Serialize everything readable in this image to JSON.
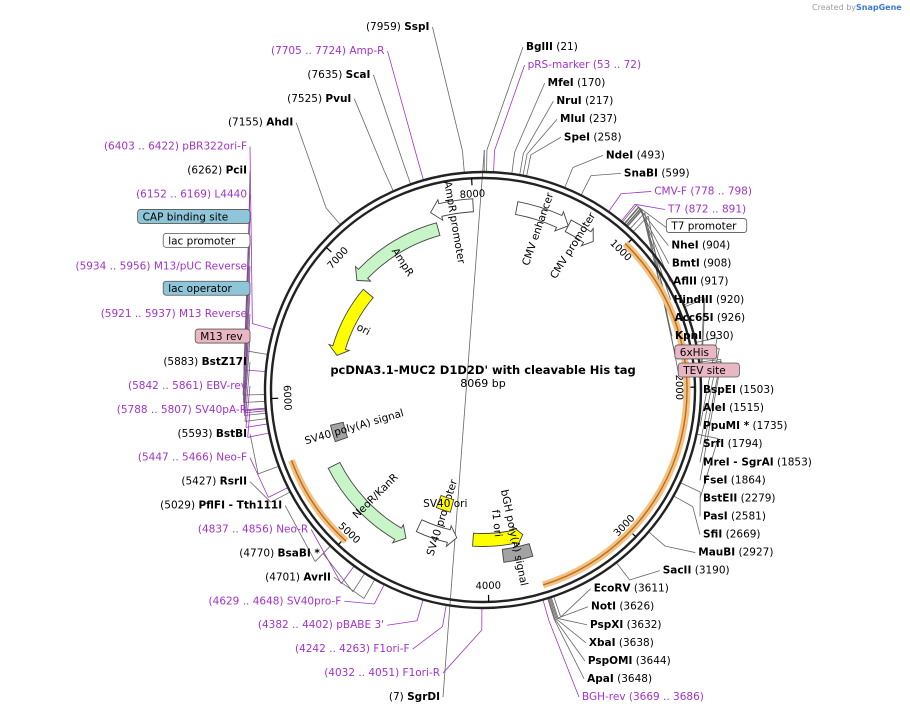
{
  "watermark": {
    "created_by": "Created by",
    "brand": "SnapGene"
  },
  "plasmid": {
    "name": "pcDNA3.1-MUC2 D1D2D' with cleavable His tag",
    "length_label": "8069 bp",
    "length": 8069
  },
  "ticks": [
    {
      "bp": 1000,
      "label": "1000"
    },
    {
      "bp": 2000,
      "label": "2000"
    },
    {
      "bp": 3000,
      "label": "3000"
    },
    {
      "bp": 4000,
      "label": "4000"
    },
    {
      "bp": 5000,
      "label": "5000"
    },
    {
      "bp": 6000,
      "label": "6000"
    },
    {
      "bp": 7000,
      "label": "7000"
    },
    {
      "bp": 8000,
      "label": "8000"
    }
  ],
  "labels": [
    {
      "kind": "enzyme",
      "bp": 7,
      "side": "L",
      "name": "SgrDI",
      "pos": "(7)"
    },
    {
      "kind": "enzyme",
      "bp": 21,
      "side": "R",
      "name": "BglII",
      "pos": "(21)"
    },
    {
      "kind": "primer",
      "bp": 62,
      "side": "R",
      "name": "pRS-marker",
      "pos": "(53 .. 72)"
    },
    {
      "kind": "enzyme",
      "bp": 170,
      "side": "R",
      "name": "MfeI",
      "pos": "(170)"
    },
    {
      "kind": "enzyme",
      "bp": 217,
      "side": "R",
      "name": "NruI",
      "pos": "(217)"
    },
    {
      "kind": "enzyme",
      "bp": 237,
      "side": "R",
      "name": "MluI",
      "pos": "(237)"
    },
    {
      "kind": "enzyme",
      "bp": 258,
      "side": "R",
      "name": "SpeI",
      "pos": "(258)"
    },
    {
      "kind": "enzyme",
      "bp": 493,
      "side": "R",
      "name": "NdeI",
      "pos": "(493)"
    },
    {
      "kind": "enzyme",
      "bp": 599,
      "side": "R",
      "name": "SnaBI",
      "pos": "(599)"
    },
    {
      "kind": "primer",
      "bp": 788,
      "side": "R",
      "name": "CMV-F",
      "pos": "(778 .. 798)"
    },
    {
      "kind": "primer",
      "bp": 881,
      "side": "R",
      "name": "T7",
      "pos": "(872 .. 891)"
    },
    {
      "kind": "feature",
      "bp": 890,
      "side": "R",
      "name": "T7 promoter",
      "fill": "#ffffff"
    },
    {
      "kind": "enzyme",
      "bp": 904,
      "side": "R",
      "name": "NheI",
      "pos": "(904)"
    },
    {
      "kind": "enzyme",
      "bp": 908,
      "side": "R",
      "name": "BmtI",
      "pos": "(908)"
    },
    {
      "kind": "enzyme",
      "bp": 917,
      "side": "R",
      "name": "AflII",
      "pos": "(917)"
    },
    {
      "kind": "enzyme",
      "bp": 920,
      "side": "R",
      "name": "HindIII",
      "pos": "(920)"
    },
    {
      "kind": "enzyme",
      "bp": 926,
      "side": "R",
      "name": "Acc65I",
      "pos": "(926)"
    },
    {
      "kind": "enzyme",
      "bp": 930,
      "side": "R",
      "name": "KpnI",
      "pos": "(930)"
    },
    {
      "kind": "feature",
      "bp": 950,
      "side": "R",
      "name": "6xHis",
      "fill": "#e9b6c3"
    },
    {
      "kind": "feature",
      "bp": 975,
      "side": "R",
      "name": "TEV site",
      "fill": "#e9b6c3"
    },
    {
      "kind": "enzyme",
      "bp": 1503,
      "side": "R",
      "name": "BspEI",
      "pos": "(1503)"
    },
    {
      "kind": "enzyme",
      "bp": 1515,
      "side": "R",
      "name": "AleI",
      "pos": "(1515)"
    },
    {
      "kind": "enzyme",
      "bp": 1735,
      "side": "R",
      "name": "PpuMI *",
      "pos": "(1735)"
    },
    {
      "kind": "enzyme",
      "bp": 1794,
      "side": "R",
      "name": "SrfI",
      "pos": "(1794)"
    },
    {
      "kind": "enzyme",
      "bp": 1853,
      "side": "R",
      "name": "MreI - SgrAI",
      "pos": "(1853)"
    },
    {
      "kind": "enzyme",
      "bp": 1864,
      "side": "R",
      "name": "FseI",
      "pos": "(1864)"
    },
    {
      "kind": "enzyme",
      "bp": 2279,
      "side": "R",
      "name": "BstEII",
      "pos": "(2279)"
    },
    {
      "kind": "enzyme",
      "bp": 2581,
      "side": "R",
      "name": "PasI",
      "pos": "(2581)"
    },
    {
      "kind": "enzyme",
      "bp": 2669,
      "side": "R",
      "name": "SfiI",
      "pos": "(2669)"
    },
    {
      "kind": "enzyme",
      "bp": 2927,
      "side": "R",
      "name": "MauBI",
      "pos": "(2927)"
    },
    {
      "kind": "enzyme",
      "bp": 3190,
      "side": "R",
      "name": "SacII",
      "pos": "(3190)"
    },
    {
      "kind": "enzyme",
      "bp": 3611,
      "side": "R",
      "name": "EcoRV",
      "pos": "(3611)"
    },
    {
      "kind": "enzyme",
      "bp": 3626,
      "side": "R",
      "name": "NotI",
      "pos": "(3626)"
    },
    {
      "kind": "enzyme",
      "bp": 3632,
      "side": "R",
      "name": "PspXI",
      "pos": "(3632)"
    },
    {
      "kind": "enzyme",
      "bp": 3638,
      "side": "R",
      "name": "XbaI",
      "pos": "(3638)"
    },
    {
      "kind": "enzyme",
      "bp": 3644,
      "side": "R",
      "name": "PspOMI",
      "pos": "(3644)"
    },
    {
      "kind": "enzyme",
      "bp": 3648,
      "side": "R",
      "name": "ApaI",
      "pos": "(3648)"
    },
    {
      "kind": "primer",
      "bp": 3677,
      "side": "R",
      "name": "BGH-rev",
      "pos": "(3669 .. 3686)"
    },
    {
      "kind": "primer",
      "bp": 4041,
      "side": "L",
      "name": "F1ori-R",
      "pos": "(4032 .. 4051)"
    },
    {
      "kind": "primer",
      "bp": 4252,
      "side": "L",
      "name": "F1ori-F",
      "pos": "(4242 .. 4263)"
    },
    {
      "kind": "primer",
      "bp": 4392,
      "side": "L",
      "name": "pBABE 3'",
      "pos": "(4382 .. 4402)"
    },
    {
      "kind": "primer",
      "bp": 4638,
      "side": "L",
      "name": "SV40pro-F",
      "pos": "(4629 .. 4648)"
    },
    {
      "kind": "enzyme",
      "bp": 4701,
      "side": "L",
      "name": "AvrII",
      "pos": "(4701)"
    },
    {
      "kind": "enzyme",
      "bp": 4770,
      "side": "L",
      "name": "BsaBI *",
      "pos": "(4770)"
    },
    {
      "kind": "primer",
      "bp": 4846,
      "side": "L",
      "name": "Neo-R",
      "pos": "(4837 .. 4856)"
    },
    {
      "kind": "enzyme",
      "bp": 5029,
      "side": "L",
      "name": "PflFI - Tth111I",
      "pos": "(5029)"
    },
    {
      "kind": "enzyme",
      "bp": 5427,
      "side": "L",
      "name": "RsrII",
      "pos": "(5427)"
    },
    {
      "kind": "primer",
      "bp": 5456,
      "side": "L",
      "name": "Neo-F",
      "pos": "(5447 .. 5466)"
    },
    {
      "kind": "enzyme",
      "bp": 5593,
      "side": "L",
      "name": "BstBI",
      "pos": "(5593)"
    },
    {
      "kind": "primer",
      "bp": 5797,
      "side": "L",
      "name": "SV40pA-R",
      "pos": "(5788 .. 5807)"
    },
    {
      "kind": "primer",
      "bp": 5851,
      "side": "L",
      "name": "EBV-rev",
      "pos": "(5842 .. 5861)"
    },
    {
      "kind": "enzyme",
      "bp": 5883,
      "side": "L",
      "name": "BstZ17I",
      "pos": "(5883)"
    },
    {
      "kind": "feature",
      "bp": 5915,
      "side": "L",
      "name": "M13 rev",
      "fill": "#e9b6c3"
    },
    {
      "kind": "primer",
      "bp": 5929,
      "side": "L",
      "name": "M13 Reverse",
      "pos": "(5921 .. 5937)"
    },
    {
      "kind": "feature",
      "bp": 5940,
      "side": "L",
      "name": "lac operator",
      "fill": "#8fc5d9"
    },
    {
      "kind": "primer",
      "bp": 5945,
      "side": "L",
      "name": "M13/pUC Reverse",
      "pos": "(5934 .. 5956)"
    },
    {
      "kind": "feature",
      "bp": 5985,
      "side": "L",
      "name": "lac promoter",
      "fill": "#ffffff"
    },
    {
      "kind": "feature",
      "bp": 6025,
      "side": "L",
      "name": "CAP binding site",
      "fill": "#8fc5d9"
    },
    {
      "kind": "primer",
      "bp": 6160,
      "side": "L",
      "name": "L4440",
      "pos": "(6152 .. 6169)"
    },
    {
      "kind": "enzyme",
      "bp": 6262,
      "side": "L",
      "name": "PciI",
      "pos": "(6262)"
    },
    {
      "kind": "primer",
      "bp": 6412,
      "side": "L",
      "name": "pBR322ori-F",
      "pos": "(6403 .. 6422)"
    },
    {
      "kind": "enzyme",
      "bp": 7155,
      "side": "L",
      "name": "AhdI",
      "pos": "(7155)"
    },
    {
      "kind": "enzyme",
      "bp": 7525,
      "side": "L",
      "name": "PvuI",
      "pos": "(7525)"
    },
    {
      "kind": "enzyme",
      "bp": 7635,
      "side": "L",
      "name": "ScaI",
      "pos": "(7635)"
    },
    {
      "kind": "primer",
      "bp": 7714,
      "side": "L",
      "name": "Amp-R",
      "pos": "(7705 .. 7724)"
    },
    {
      "kind": "enzyme",
      "bp": 7959,
      "side": "L",
      "name": "SspI",
      "pos": "(7959)"
    }
  ],
  "features": [
    {
      "name": "MUC2 insert",
      "start": 990,
      "end": 3650,
      "ring": "outer",
      "dir": 0,
      "color": "#f4c183",
      "edge": "#b86f1a"
    },
    {
      "name": "NeoR insert arc",
      "start": 4980,
      "end": 5600,
      "ring": "outer",
      "dir": 0,
      "color": "#f4c183",
      "edge": "#b86f1a"
    },
    {
      "name": "AmpR promoter",
      "start": 7700,
      "end": 8000,
      "ring": 1,
      "dir": -1,
      "color": "#ffffff",
      "label": "AmpR promoter"
    },
    {
      "name": "AmpR",
      "start": 6970,
      "end": 7720,
      "ring": 2,
      "dir": -1,
      "color": "#c8f5c8",
      "label": "AmpR"
    },
    {
      "name": "ori",
      "start": 6350,
      "end": 6950,
      "ring": 3,
      "dir": -1,
      "color": "#ffff00",
      "label": "ori"
    },
    {
      "name": "CMV enhancer",
      "start": 235,
      "end": 615,
      "ring": 1,
      "dir": 1,
      "color": "#ffffff",
      "label": "CMV enhancer"
    },
    {
      "name": "CMV promoter",
      "start": 615,
      "end": 820,
      "ring": 1,
      "dir": 1,
      "color": "#ffffff",
      "label": "CMV promoter"
    },
    {
      "name": "f1 ori",
      "start": 3690,
      "end": 4120,
      "ring": 3,
      "dir": -1,
      "color": "#ffff00",
      "label": "f1 ori"
    },
    {
      "name": "bGH poly(A) signal",
      "start": 3660,
      "end": 3880,
      "ring": 2,
      "dir": 0,
      "color": "#a3a3a3",
      "label": "bGH poly(A) signal"
    },
    {
      "name": "SV40 promoter",
      "start": 4260,
      "end": 4600,
      "ring": 3,
      "dir": -1,
      "color": "#ffffff",
      "label": "SV40 promoter"
    },
    {
      "name": "NeoR/KanR",
      "start": 4650,
      "end": 5450,
      "ring": 2,
      "dir": -1,
      "color": "#c8f5c8",
      "label": "NeoR/KanR"
    },
    {
      "name": "SV40 poly(A) signal",
      "start": 5620,
      "end": 5760,
      "ring": 3,
      "dir": 0,
      "color": "#a3a3a3",
      "label": "SV40 poly(A) signal"
    },
    {
      "name": "SV40 ori",
      "start": 4370,
      "end": 4520,
      "ring": 5,
      "dir": 0,
      "color": "#ffff00",
      "label": "SV40 ori"
    }
  ]
}
